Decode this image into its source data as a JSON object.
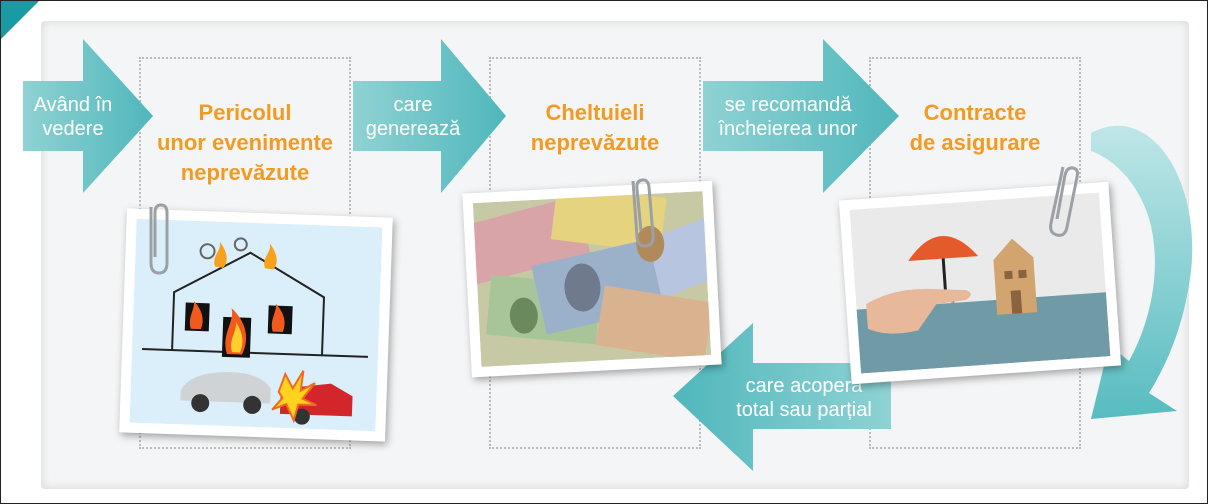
{
  "steps": [
    {
      "arrow": {
        "line1": "Având în",
        "line2": "vedere"
      },
      "title": {
        "line1": "Pericolul",
        "line2": "unor evenimente",
        "line3": "neprevăzute"
      }
    },
    {
      "arrow": {
        "line1": "care",
        "line2": "generează"
      },
      "title": {
        "line1": "Cheltuieli",
        "line2": "neprevăzute"
      }
    },
    {
      "arrow": {
        "line1": "se recomandă",
        "line2": "încheierea unor"
      },
      "title": {
        "line1": "Contracte",
        "line2": "de asigurare"
      }
    }
  ],
  "return_arrow": {
    "line1": "care acoperă",
    "line2": "total sau parțial"
  },
  "colors": {
    "accent_orange": "#f39a22",
    "arrow_teal": "#62c3c6",
    "arrow_light": "#a9dfe0",
    "corner_teal": "#1a9aa2"
  },
  "illustrations": [
    "fire-house-car-illustration",
    "money-banknotes-photo",
    "insurance-umbrella-house-photo"
  ]
}
